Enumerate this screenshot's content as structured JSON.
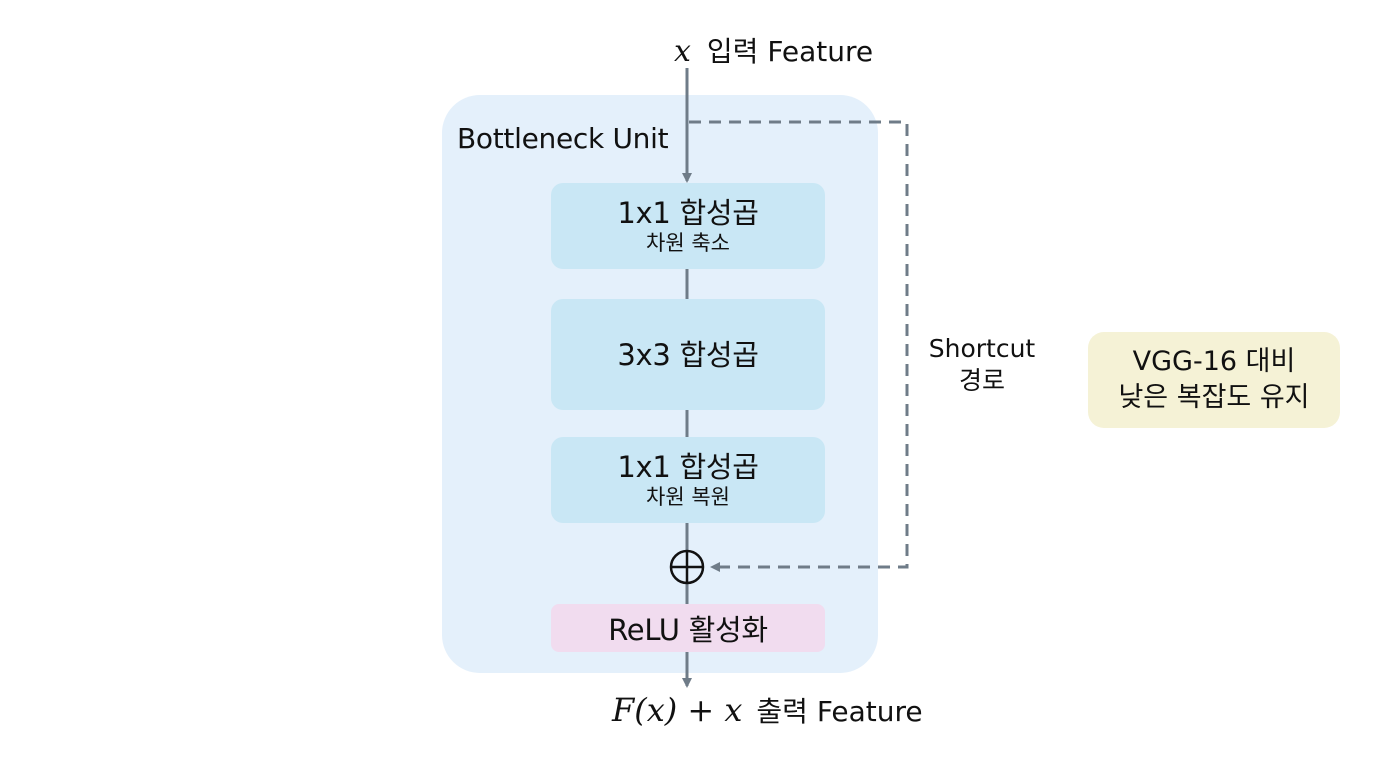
{
  "diagram": {
    "input": {
      "math": "x",
      "label": "입력 Feature"
    },
    "unit_title": "Bottleneck Unit",
    "layers": [
      {
        "main": "1x1 합성곱",
        "sub": "차원 축소"
      },
      {
        "main": "3x3 합성곱",
        "sub": ""
      },
      {
        "main": "1x1 합성곱",
        "sub": "차원 복원"
      }
    ],
    "add_symbol": "⊕",
    "activation": "ReLU 활성화",
    "output": {
      "math": "F(x) + x",
      "label": "출력 Feature"
    },
    "shortcut": {
      "line1": "Shortcut",
      "line2": "경로"
    },
    "note": {
      "line1": "VGG-16 대비",
      "line2": "낮은 복잡도 유지"
    },
    "colors": {
      "unit_bg": "#e4f0fb",
      "layer_bg": "#c9e7f5",
      "activation_bg": "#f1dcef",
      "note_bg": "#f5f2d6",
      "arrow": "#6f7c88"
    }
  }
}
